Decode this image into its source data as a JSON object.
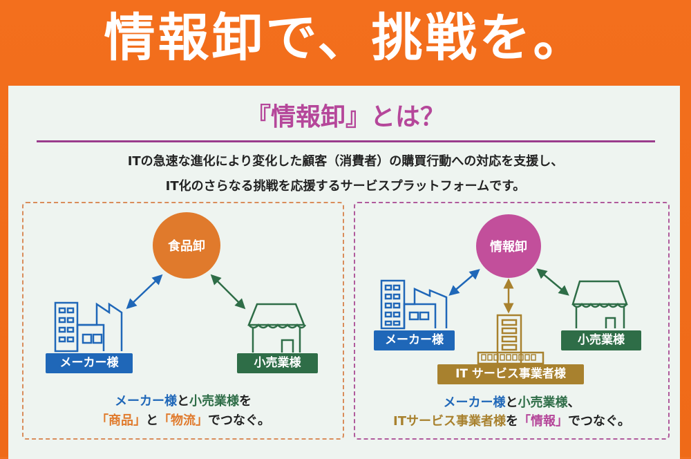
{
  "headline": "情報卸で、挑戦を。",
  "subtitle": "『情報卸』とは？",
  "intro": [
    "ITの急速な進化により変化した顧客（消費者）の購買行動への対応を支援し、",
    "IT化のさらなる挑戦を応援するサービスプラットフォームです。"
  ],
  "left_panel": {
    "hub": "食品卸",
    "maker": "メーカー様",
    "retailer": "小売業様",
    "caption": {
      "maker": "メーカー様",
      "to": "と",
      "retailer": "小売業様",
      "wo": "を",
      "goods": "「商品」",
      "to2": "と",
      "logistics": "「物流」",
      "end": "でつなぐ。"
    }
  },
  "right_panel": {
    "hub": "情報卸",
    "maker": "メーカー様",
    "retailer": "小売業様",
    "it": "IT サービス事業者様",
    "caption": {
      "maker": "メーカー様",
      "to": "と",
      "retailer": "小売業様",
      "comma": "、",
      "it": "ITサービス事業者様",
      "wo": "を",
      "info": "「情報」",
      "end": "でつなぐ。"
    }
  },
  "colors": {
    "orange": "#f07020",
    "magenta": "#b5479a",
    "blue": "#1f67b8",
    "green": "#2e6d47",
    "gold": "#a8812e",
    "hub_orange": "#e07a2c"
  }
}
